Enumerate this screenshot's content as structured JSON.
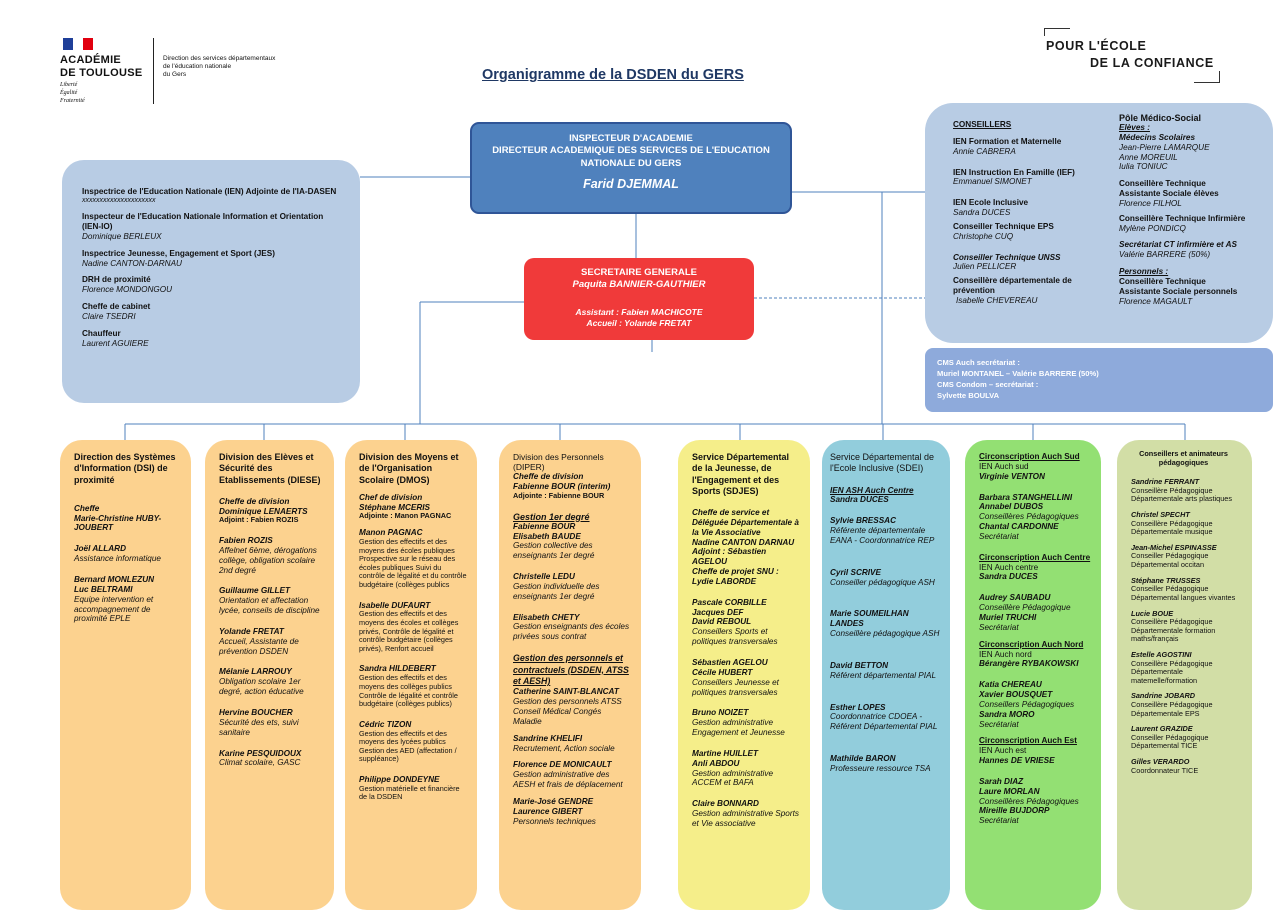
{
  "header": {
    "logo_left": {
      "line1": "ACADÉMIE",
      "line2": "DE TOULOUSE",
      "motto1": "Liberté",
      "motto2": "Égalité",
      "motto3": "Fraternité"
    },
    "service": [
      "Direction des services départementaux",
      "de l'éducation nationale",
      "du Gers"
    ],
    "title": "Organigramme de la DSDEN du GERS",
    "logo_right": [
      "POUR L'ÉCOLE",
      "DE LA CONFIANCE"
    ]
  },
  "colors": {
    "director": "#4f81bd",
    "secretary": "#f03a3a",
    "left_panel": "#b8cce4",
    "dsi": "#fcd28f",
    "sdjes": "#f5ee8a",
    "sdei": "#92cddc",
    "circ": "#93e073",
    "cpd": "#d2dea6",
    "cms": "#8eaadb"
  },
  "director": {
    "title1": "INSPECTEUR D'ACADEMIE",
    "title2": "DIRECTEUR ACADEMIQUE DES SERVICES DE L'EDUCATION",
    "title3": "NATIONALE DU GERS",
    "name": "Farid DJEMMAL"
  },
  "secretary": {
    "title": "SECRETAIRE GENERALE",
    "name": "Paquita BANNIER-GAUTHIER",
    "assistant": "Assistant : Fabien MACHICOTE",
    "accueil": "Accueil : Yolande FRETAT"
  },
  "left_panel": [
    {
      "role": "Inspectrice de l'Education Nationale (IEN) Adjointe de l'IA-DASEN",
      "name": "xxxxxxxxxxxxxxxxxxxxx"
    },
    {
      "role": "Inspecteur de l'Education Nationale Information et Orientation (IEN-IO)",
      "name": "Dominique BERLEUX"
    },
    {
      "role": "Inspectrice Jeunesse, Engagement et Sport (JES)",
      "name": "Nadine CANTON-DARNAU"
    },
    {
      "role": "DRH de proximité",
      "name": "Florence MONDONGOU"
    },
    {
      "role": "Cheffe de cabinet",
      "name": "Claire TSEDRI"
    },
    {
      "role": "Chauffeur",
      "name": "Laurent AGUIERE"
    }
  ],
  "right_panel": {
    "conseillers_title": "CONSEILLERS",
    "conseillers": [
      {
        "role": "IEN Formation et Maternelle",
        "name": "Annie CABRERA"
      },
      {
        "role": "IEN Instruction En Famille (IEF)",
        "name": "Emmanuel SIMONET"
      },
      {
        "role": "IEN Ecole Inclusive",
        "name": "Sandra DUCES"
      },
      {
        "role": "Conseiller Technique EPS",
        "name": "Christophe CUQ"
      },
      {
        "role": "Conseiller Technique UNSS",
        "name": "Julien PELLICER"
      },
      {
        "role": "Conseillère départementale de prévention",
        "name": "Isabelle CHEVEREAU"
      }
    ],
    "pole_title": "Pôle Médico-Social",
    "eleves_label": "Elèves :",
    "medecins_label": "Médecins Scolaires",
    "medecins": [
      "Jean-Pierre LAMARQUE",
      "Anne MOREUIL",
      "Iulia TONIUC"
    ],
    "ctas_role": "Conseillère Technique Assistante Sociale élèves",
    "ctas_name": "Florence FILHOL",
    "cti_role": "Conseillère Technique Infirmière",
    "cti_name": "Mylène PONDICQ",
    "sec_role": "Secrétariat CT infirmière et AS",
    "sec_name": "Valérie BARRERE (50%)",
    "personnels_label": "Personnels :",
    "ctasp_role": "Conseillère Technique Assistante Sociale personnels",
    "ctasp_name": "Florence MAGAULT"
  },
  "cms": [
    "CMS Auch secrétariat :",
    "Muriel MONTANEL – Valérie BARRERE (50%)",
    "CMS Condom – secrétariat :",
    "Sylvette BOULVA"
  ],
  "dsi": {
    "title": "Direction des Systèmes d'Information (DSI) de proximité",
    "entries": [
      {
        "role": "Cheffe",
        "name": "Marie-Christine HUBY-JOUBERT"
      },
      {
        "role": "Joël ALLARD",
        "name": "Assistance informatique"
      },
      {
        "role": "Bernard MONLEZUN\nLuc BELTRAMI",
        "name": "Equipe intervention et accompagnement de proximité EPLE"
      }
    ]
  },
  "diese": {
    "title": "Division des Elèves et Sécurité des Etablissements (DIESE)",
    "head_role": "Cheffe de division",
    "head_name": "Dominique LENAERTS",
    "adjoint": "Adjoint : Fabien ROZIS",
    "entries": [
      {
        "name": "Fabien ROZIS",
        "desc": "Affelnet 6ème, dérogations collège, obligation scolaire 2nd degré"
      },
      {
        "name": "Guillaume GILLET",
        "desc": "Orientation et affectation lycée, conseils de discipline"
      },
      {
        "name": "Yolande FRETAT",
        "desc": "Accueil, Assistante de prévention DSDEN"
      },
      {
        "name": "Mélanie LARROUY",
        "desc": "Obligation scolaire 1er degré, action éducative"
      },
      {
        "name": "Hervine BOUCHER",
        "desc": "Sécurité des ets, suivi sanitaire"
      },
      {
        "name": "Karine PESQUIDOUX",
        "desc": "Climat scolaire, GASC"
      }
    ]
  },
  "dmos": {
    "title": "Division des Moyens et de l'Organisation Scolaire (DMOS)",
    "head_role": "Chef de division",
    "head_name": "Stéphane MCERIS",
    "adjoint": "Adjointe : Manon PAGNAC",
    "entries": [
      {
        "name": "Manon PAGNAC",
        "desc": "Gestion des effectifs et des moyens des écoles publiques Prospective sur le réseau des écoles publiques Suivi du contrôle de légalité et du contrôle budgétaire (collèges publics"
      },
      {
        "name": "Isabelle DUFAURT",
        "desc": "Gestion des effectifs et des moyens des écoles et collèges privés, Contrôle de légalité et contrôle budgétaire (collèges privés), Renfort accueil"
      },
      {
        "name": "Sandra HILDEBERT",
        "desc": "Gestion des effectifs et des moyens des collèges publics Contrôle de légalité et contrôle budgétaire (collèges publics)"
      },
      {
        "name": "Cédric TIZON",
        "desc": "Gestion des effectifs et des moyens des lycées publics Gestion des AED (affectation / suppléance)"
      },
      {
        "name": "Philippe DONDEYNE",
        "desc": "Gestion matérielle et financière de la DSDEN"
      }
    ]
  },
  "diper": {
    "title": "Division des Personnels (DIPER)",
    "head_role": "Cheffe de division",
    "head_name": "Fabienne BOUR (interim)",
    "adjoint": "Adjointe : Fabienne BOUR",
    "section1": "Gestion 1er degré",
    "s1_entries": [
      {
        "name": "Fabienne BOUR\nElisabeth BAUDE",
        "desc": "Gestion collective des enseignants 1er degré"
      },
      {
        "name": "Christelle LEDU",
        "desc": "Gestion individuelle des enseignants 1er degré"
      },
      {
        "name": "Elisabeth CHETY",
        "desc": "Gestion enseignants des écoles privées sous contrat"
      }
    ],
    "section2": "Gestion des personnels et contractuels (DSDEN, ATSS et AESH)",
    "s2_entries": [
      {
        "name": "Catherine SAINT-BLANCAT",
        "desc": "Gestion des personnels ATSS Conseil Médical Congés Maladie"
      },
      {
        "name": "Sandrine KHELIFI",
        "desc": "Recrutement, Action sociale"
      },
      {
        "name": "Florence DE MONICAULT",
        "desc": "Gestion administrative des AESH et frais de déplacement"
      },
      {
        "name": "Marie-José GENDRE\nLaurence GIBERT",
        "desc": "Personnels techniques"
      }
    ]
  },
  "sdjes": {
    "title": "Service Départemental de la Jeunesse, de l'Engagement et des Sports (SDJES)",
    "head": "Cheffe de service et Déléguée Départementale à la Vie Associative",
    "head_name": "Nadine CANTON DARNAU",
    "adjoint": "Adjoint : Sébastien AGELOU",
    "snu": "Cheffe de projet SNU : Lydie LABORDE",
    "entries": [
      {
        "name": "Pascale CORBILLE\nJacques DEF\nDavid REBOUL",
        "desc": "Conseillers Sports et politiques transversales"
      },
      {
        "name": "Sébastien AGELOU\nCécile HUBERT",
        "desc": "Conseillers Jeunesse et politiques transversales"
      },
      {
        "name": "Bruno NOIZET",
        "desc": "Gestion administrative Engagement et Jeunesse"
      },
      {
        "name": "Martine HUILLET\nAnli ABDOU",
        "desc": "Gestion administrative ACCEM et BAFA"
      },
      {
        "name": "Claire BONNARD",
        "desc": "Gestion administrative Sports et Vie associative"
      }
    ]
  },
  "sdei": {
    "title": "Service Départemental de l'Ecole Inclusive (SDEI)",
    "head": "IEN ASH Auch Centre",
    "head_name": "Sandra DUCES",
    "entries": [
      {
        "name": "Sylvie BRESSAC",
        "desc": "Référente départementale EANA - Coordonnatrice REP"
      },
      {
        "name": "Cyril SCRIVE",
        "desc": "Conseiller pédagogique ASH"
      },
      {
        "name": "Marie SOUMEILHAN LANDES",
        "desc": "Conseillère pédagogique ASH"
      },
      {
        "name": "David BETTON",
        "desc": "Référent départemental PIAL"
      },
      {
        "name": "Esther LOPES",
        "desc": "Coordonnatrice CDOEA - Référent Départemental PIAL"
      },
      {
        "name": "Mathilde BARON",
        "desc": "Professeure ressource TSA"
      }
    ]
  },
  "circ": [
    {
      "title": "Circonscription Auch Sud",
      "ien": "IEN Auch sud",
      "ien_name": "Virginie VENTON",
      "cp_names": "Barbara STANGHELLINI\nAnnabel DUBOS",
      "cp_label": "Conseillères Pédagogiques",
      "sec_name": "Chantal CARDONNE",
      "sec_label": "Secrétariat"
    },
    {
      "title": "Circonscription Auch Centre",
      "ien": "IEN Auch centre",
      "ien_name": "Sandra DUCES",
      "cp_names": "Audrey SAUBADU",
      "cp_label": "Conseillère Pédagogique",
      "sec_name": "Muriel TRUCHI",
      "sec_label": "Secrétariat"
    },
    {
      "title": "Circonscription Auch Nord",
      "ien": "IEN Auch nord",
      "ien_name": "Bérangère RYBAKOWSKI",
      "cp_names": "Katia CHEREAU\nXavier BOUSQUET",
      "cp_label": "Conseillers Pédagogiques",
      "sec_name": "Sandra MORO",
      "sec_label": "Secrétariat"
    },
    {
      "title": "Circonscription Auch Est",
      "ien": "IEN Auch est",
      "ien_name": "Hannes DE VRIESE",
      "cp_names": "Sarah DIAZ\nLaure MORLAN",
      "cp_label": "Conseillères Pédagogiques",
      "sec_name": "Mireille BUJDORP",
      "sec_label": "Secrétariat"
    }
  ],
  "cpd": {
    "title": "Conseillers et animateurs pédagogiques",
    "entries": [
      {
        "name": "Sandrine FERRANT",
        "desc": "Conseillère Pédagogique Départementale arts plastiques"
      },
      {
        "name": "Christel SPECHT",
        "desc": "Conseillère Pédagogique Départementale musique"
      },
      {
        "name": "Jean-Michel ESPINASSE",
        "desc": "Conseiller Pédagogique Départemental occitan"
      },
      {
        "name": "Stéphane TRUSSES",
        "desc": "Conseiller Pédagogique Départemental langues vivantes"
      },
      {
        "name": "Lucie BOUE",
        "desc": "Conseillère Pédagogique Départementale formation maths/français"
      },
      {
        "name": "Estelle AGOSTINI",
        "desc": "Conseillère Pédagogique Départementale matemelle/formation"
      },
      {
        "name": "Sandrine JOBARD",
        "desc": "Conseillère Pédagogique Départementale EPS"
      },
      {
        "name": "Laurent GRAZIDE",
        "desc": "Conseiller Pédagogique Départemental TICE"
      },
      {
        "name": "Gilles VERARDO",
        "desc": "Coordonnateur TICE"
      }
    ]
  }
}
